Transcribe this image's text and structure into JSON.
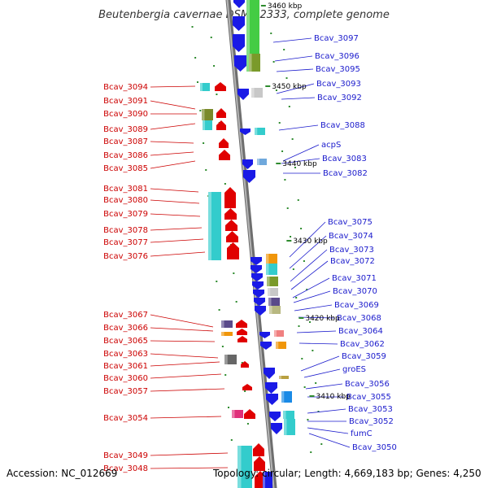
{
  "title": "Beutenbergia cavernae DSM 12333, complete genome",
  "footer": {
    "accession": "Accession: NC_012669",
    "topology": "Topology: circular; Length: 4,669,183 bp; Genes: 4,250"
  },
  "colors": {
    "backbone": "#8a8a8a",
    "forward": "#e00000",
    "reverse": "#1a1ae6",
    "left_label": "#cc0000",
    "right_label": "#1a1acc",
    "tick": "#2e8b2e"
  },
  "ticks": [
    {
      "label": "3460 kbp"
    },
    {
      "label": "3450 kbp"
    },
    {
      "label": "3440 kbp"
    },
    {
      "label": "3430 kbp"
    },
    {
      "label": "3420 kbp"
    },
    {
      "label": "3410 kbp"
    }
  ],
  "left_labels": [
    "Bcav_3094",
    "Bcav_3091",
    "Bcav_3090",
    "Bcav_3089",
    "Bcav_3087",
    "Bcav_3086",
    "Bcav_3085",
    "Bcav_3081",
    "Bcav_3080",
    "Bcav_3079",
    "Bcav_3078",
    "Bcav_3077",
    "Bcav_3076",
    "Bcav_3067",
    "Bcav_3066",
    "Bcav_3065",
    "Bcav_3063",
    "Bcav_3061",
    "Bcav_3060",
    "Bcav_3057",
    "Bcav_3054",
    "Bcav_3049",
    "Bcav_3048"
  ],
  "right_labels": [
    "Bcav_3097",
    "Bcav_3096",
    "Bcav_3095",
    "Bcav_3093",
    "Bcav_3092",
    "Bcav_3088",
    "acpS",
    "Bcav_3083",
    "Bcav_3082",
    "Bcav_3075",
    "Bcav_3074",
    "Bcav_3073",
    "Bcav_3072",
    "Bcav_3071",
    "Bcav_3070",
    "Bcav_3069",
    "Bcav_3068",
    "Bcav_3064",
    "Bcav_3062",
    "Bcav_3059",
    "groES",
    "Bcav_3056",
    "Bcav_3055",
    "Bcav_3053",
    "Bcav_3052",
    "fumC",
    "Bcav_3050"
  ]
}
